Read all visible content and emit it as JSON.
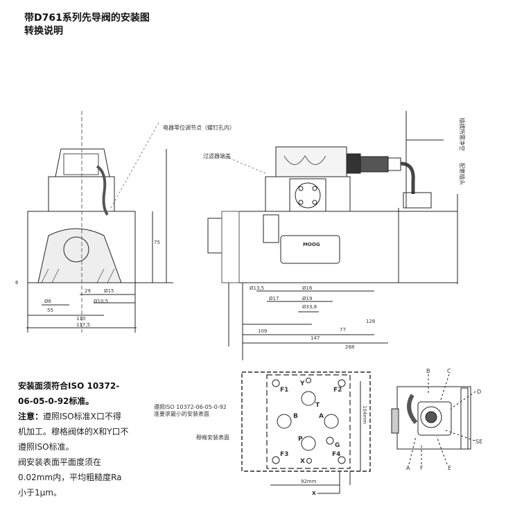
{
  "title": {
    "line1": "带D761系列先导阀的安装图",
    "line2": "转换说明"
  },
  "labels": {
    "zero_adjust": "电器零位调节点（螺钉孔内）",
    "filter_cover": "过滤器端盖",
    "plug_clearance": "插拔所需净空",
    "mating_connector": "配套插头",
    "iso_min_surface": "遵照ISO 10372-06-05-0-92",
    "iso_min_surface2": "准要求最小的安装表面",
    "moog_surface": "穆格安装表面",
    "brand": "MOOG"
  },
  "dimensions": {
    "left": [
      "Ø6",
      "55",
      "29",
      "Ø10,5",
      "Ø15",
      "110",
      "117,5",
      "75",
      "6"
    ],
    "side": [
      "Ø13,5",
      "Ø17",
      "Ø16",
      "Ø19",
      "Ø33,8",
      "109",
      "77",
      "128",
      "147",
      "288"
    ],
    "pattern": [
      "104mm",
      "92mm",
      "x"
    ]
  },
  "ports": [
    "F1",
    "Y",
    "F2",
    "T",
    "B",
    "A",
    "P",
    "G",
    "F3",
    "X",
    "F4"
  ],
  "end_view_labels": [
    "B",
    "C",
    "D",
    "SE",
    "E",
    "F",
    "A"
  ],
  "notes": {
    "line1": "安装面须符合ISO 10372-06-05-0-92标准。",
    "caution_label": "注意：",
    "caution_text": "遵照ISO标准X口不得机加工。穆格阀体的X和Y口不遵照ISO标准。",
    "flatness": "阀安装表面平面度须在0.02mm内，平均粗糙度Ra小于1μm。"
  }
}
